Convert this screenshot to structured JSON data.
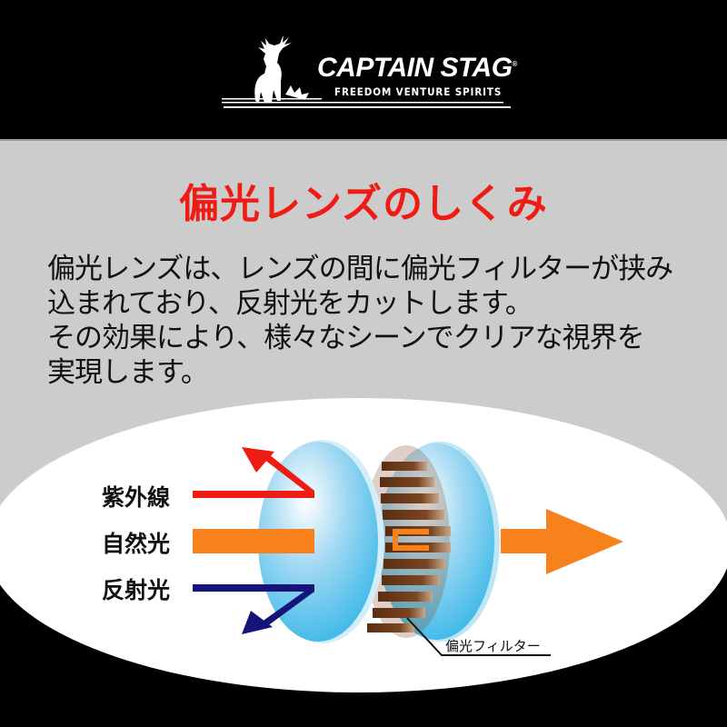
{
  "header": {
    "brand_name": "CAPTAIN STAG",
    "brand_mark": "®",
    "tagline": "FREEDOM VENTURE SPIRITS",
    "logo_icon": "stag-icon"
  },
  "title": "偏光レンズのしくみ",
  "description": {
    "lines": [
      "偏光レンズは、レンズの間に偏光フィルターが挟み",
      "込まれており、反射光をカットします。",
      "その効果により、様々なシーンでクリアな視界を",
      "実現します。"
    ]
  },
  "diagram": {
    "labels": {
      "uv": "紫外線",
      "natural": "自然光",
      "reflected": "反射光",
      "filter": "偏光フィルター"
    },
    "colors": {
      "uv": "#ee1c14",
      "natural": "#f7821b",
      "reflected": "#14147a",
      "lens": "#4dbde8",
      "filter": "#6b3a1b",
      "title": "#ee1c14",
      "background_grey": "#cccccc"
    }
  }
}
